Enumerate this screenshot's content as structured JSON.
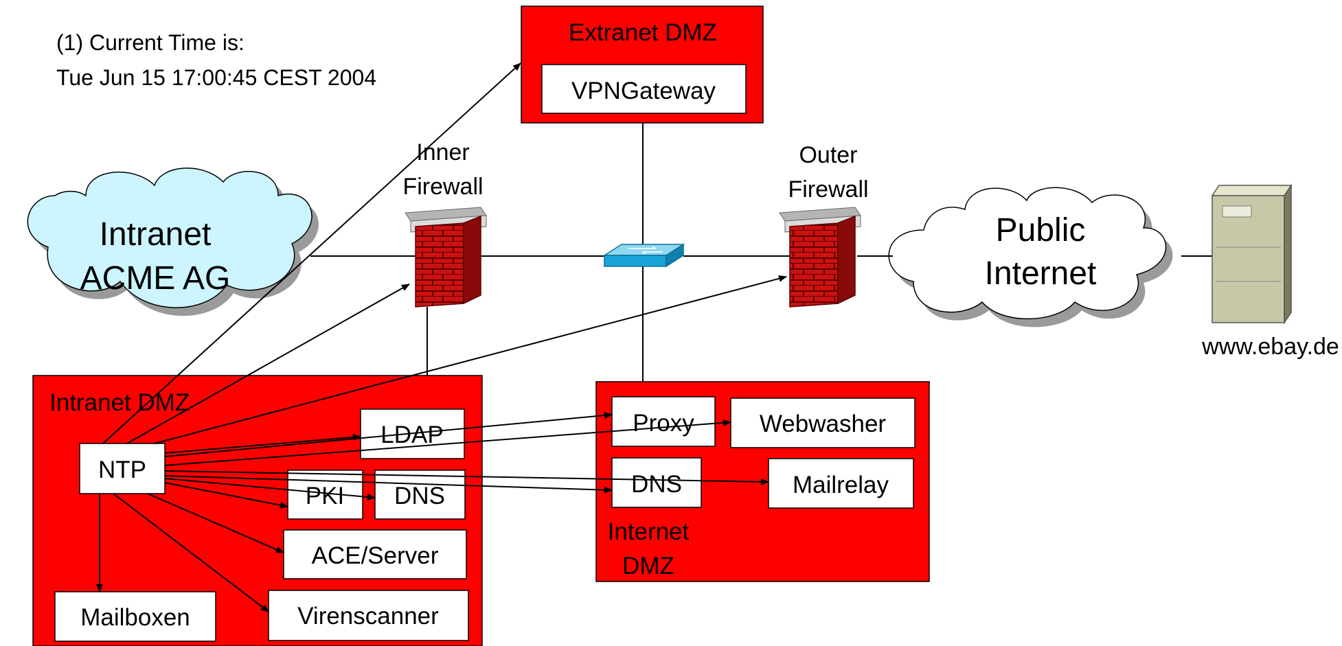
{
  "time_note": {
    "line1": "(1) Current Time is:",
    "line2": "Tue Jun 15 17:00:45 CEST 2004"
  },
  "extranet": {
    "title": "Extranet DMZ",
    "vpn": "VPNGateway"
  },
  "inner_firewall": {
    "line1": "Inner",
    "line2": "Firewall"
  },
  "outer_firewall": {
    "line1": "Outer",
    "line2": "Firewall"
  },
  "intranet_cloud": {
    "line1": "Intranet",
    "line2": "ACME AG"
  },
  "public_cloud": {
    "line1": "Public",
    "line2": "Internet"
  },
  "server": {
    "label": "www.ebay.de"
  },
  "intranet_dmz": {
    "title": "Intranet DMZ",
    "ntp": "NTP",
    "ldap": "LDAP",
    "pki": "PKI",
    "dns": "DNS",
    "ace": "ACE/Server",
    "mailboxen": "Mailboxen",
    "virenscanner": "Virenscanner"
  },
  "internet_dmz": {
    "title_line1": "Internet",
    "title_line2": "DMZ",
    "proxy": "Proxy",
    "webwasher": "Webwasher",
    "dns": "DNS",
    "mailrelay": "Mailrelay"
  },
  "colors": {
    "zone": "#ff0000",
    "intranet_cloud": "#ccf5ff",
    "public_cloud": "#ffffff",
    "switch": "#1aa3d6",
    "brick": "#cc1111"
  }
}
